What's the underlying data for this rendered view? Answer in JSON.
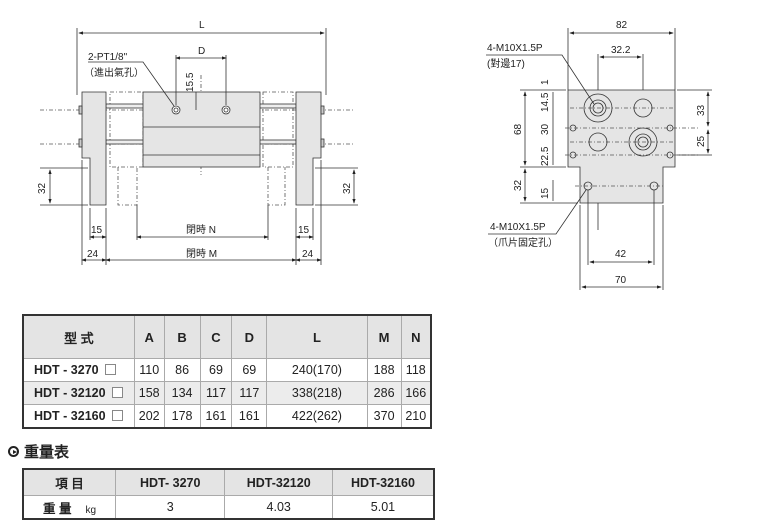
{
  "front_view": {
    "dim_L": "L",
    "dim_D": "D",
    "port_label": "2-PT1/8\"",
    "port_note": "（進出氣孔）",
    "dim_15_5": "15.5",
    "dim_32_left": "32",
    "dim_32_right": "32",
    "dim_15_left": "15",
    "dim_15_right": "15",
    "dim_24_left": "24",
    "dim_24_right": "24",
    "closed_N": "閉時 N",
    "closed_M": "閉時 M"
  },
  "side_view": {
    "dim_82": "82",
    "dim_32_2": "32.2",
    "thread_label": "4-M10X1.5P",
    "thread_note": "(對邊17)",
    "dim_1": "1",
    "dim_14_5": "14.5",
    "dim_30": "30",
    "dim_22_5": "22.5",
    "dim_68": "68",
    "dim_33": "33",
    "dim_25": "25",
    "dim_32": "32",
    "dim_15": "15",
    "jaw_label": "4-M10X1.5P",
    "jaw_note": "（爪片固定孔）",
    "dim_42": "42",
    "dim_70": "70"
  },
  "spec_table": {
    "headers": [
      "型 式",
      "A",
      "B",
      "C",
      "D",
      "L",
      "M",
      "N"
    ],
    "rows": [
      [
        "HDT - 3270",
        "110",
        "86",
        "69",
        "69",
        "240(170)",
        "188",
        "118"
      ],
      [
        "HDT - 32120",
        "158",
        "134",
        "117",
        "117",
        "338(218)",
        "286",
        "166"
      ],
      [
        "HDT - 32160",
        "202",
        "178",
        "161",
        "161",
        "422(262)",
        "370",
        "210"
      ]
    ]
  },
  "weight_section": {
    "title": "重量表",
    "headers": [
      "項 目",
      "HDT- 3270",
      "HDT-32120",
      "HDT-32160"
    ],
    "row_label": "重 量",
    "unit": "kg",
    "values": [
      "3",
      "4.03",
      "5.01"
    ]
  }
}
